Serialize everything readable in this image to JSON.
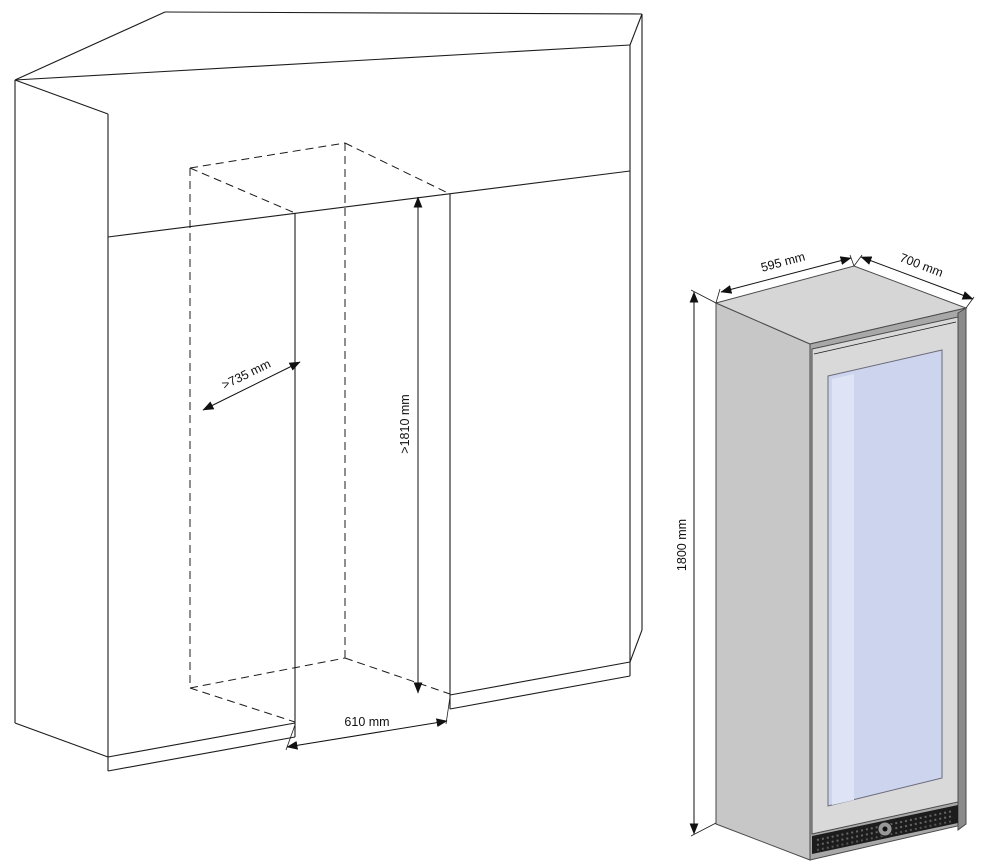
{
  "niche_diagram": {
    "depth_label": ">735 mm",
    "height_label": ">1810 mm",
    "width_label": "610 mm"
  },
  "appliance_diagram": {
    "width_label": "595 mm",
    "depth_label": "700 mm",
    "height_label": "1800 mm"
  },
  "colors": {
    "glass": "#ccd4ee",
    "steel_frame": "#d9d9d9",
    "grille": "#1c1c1c",
    "cabinet_side": "#c7c7c7",
    "cabinet_top": "#d6d6d6"
  }
}
